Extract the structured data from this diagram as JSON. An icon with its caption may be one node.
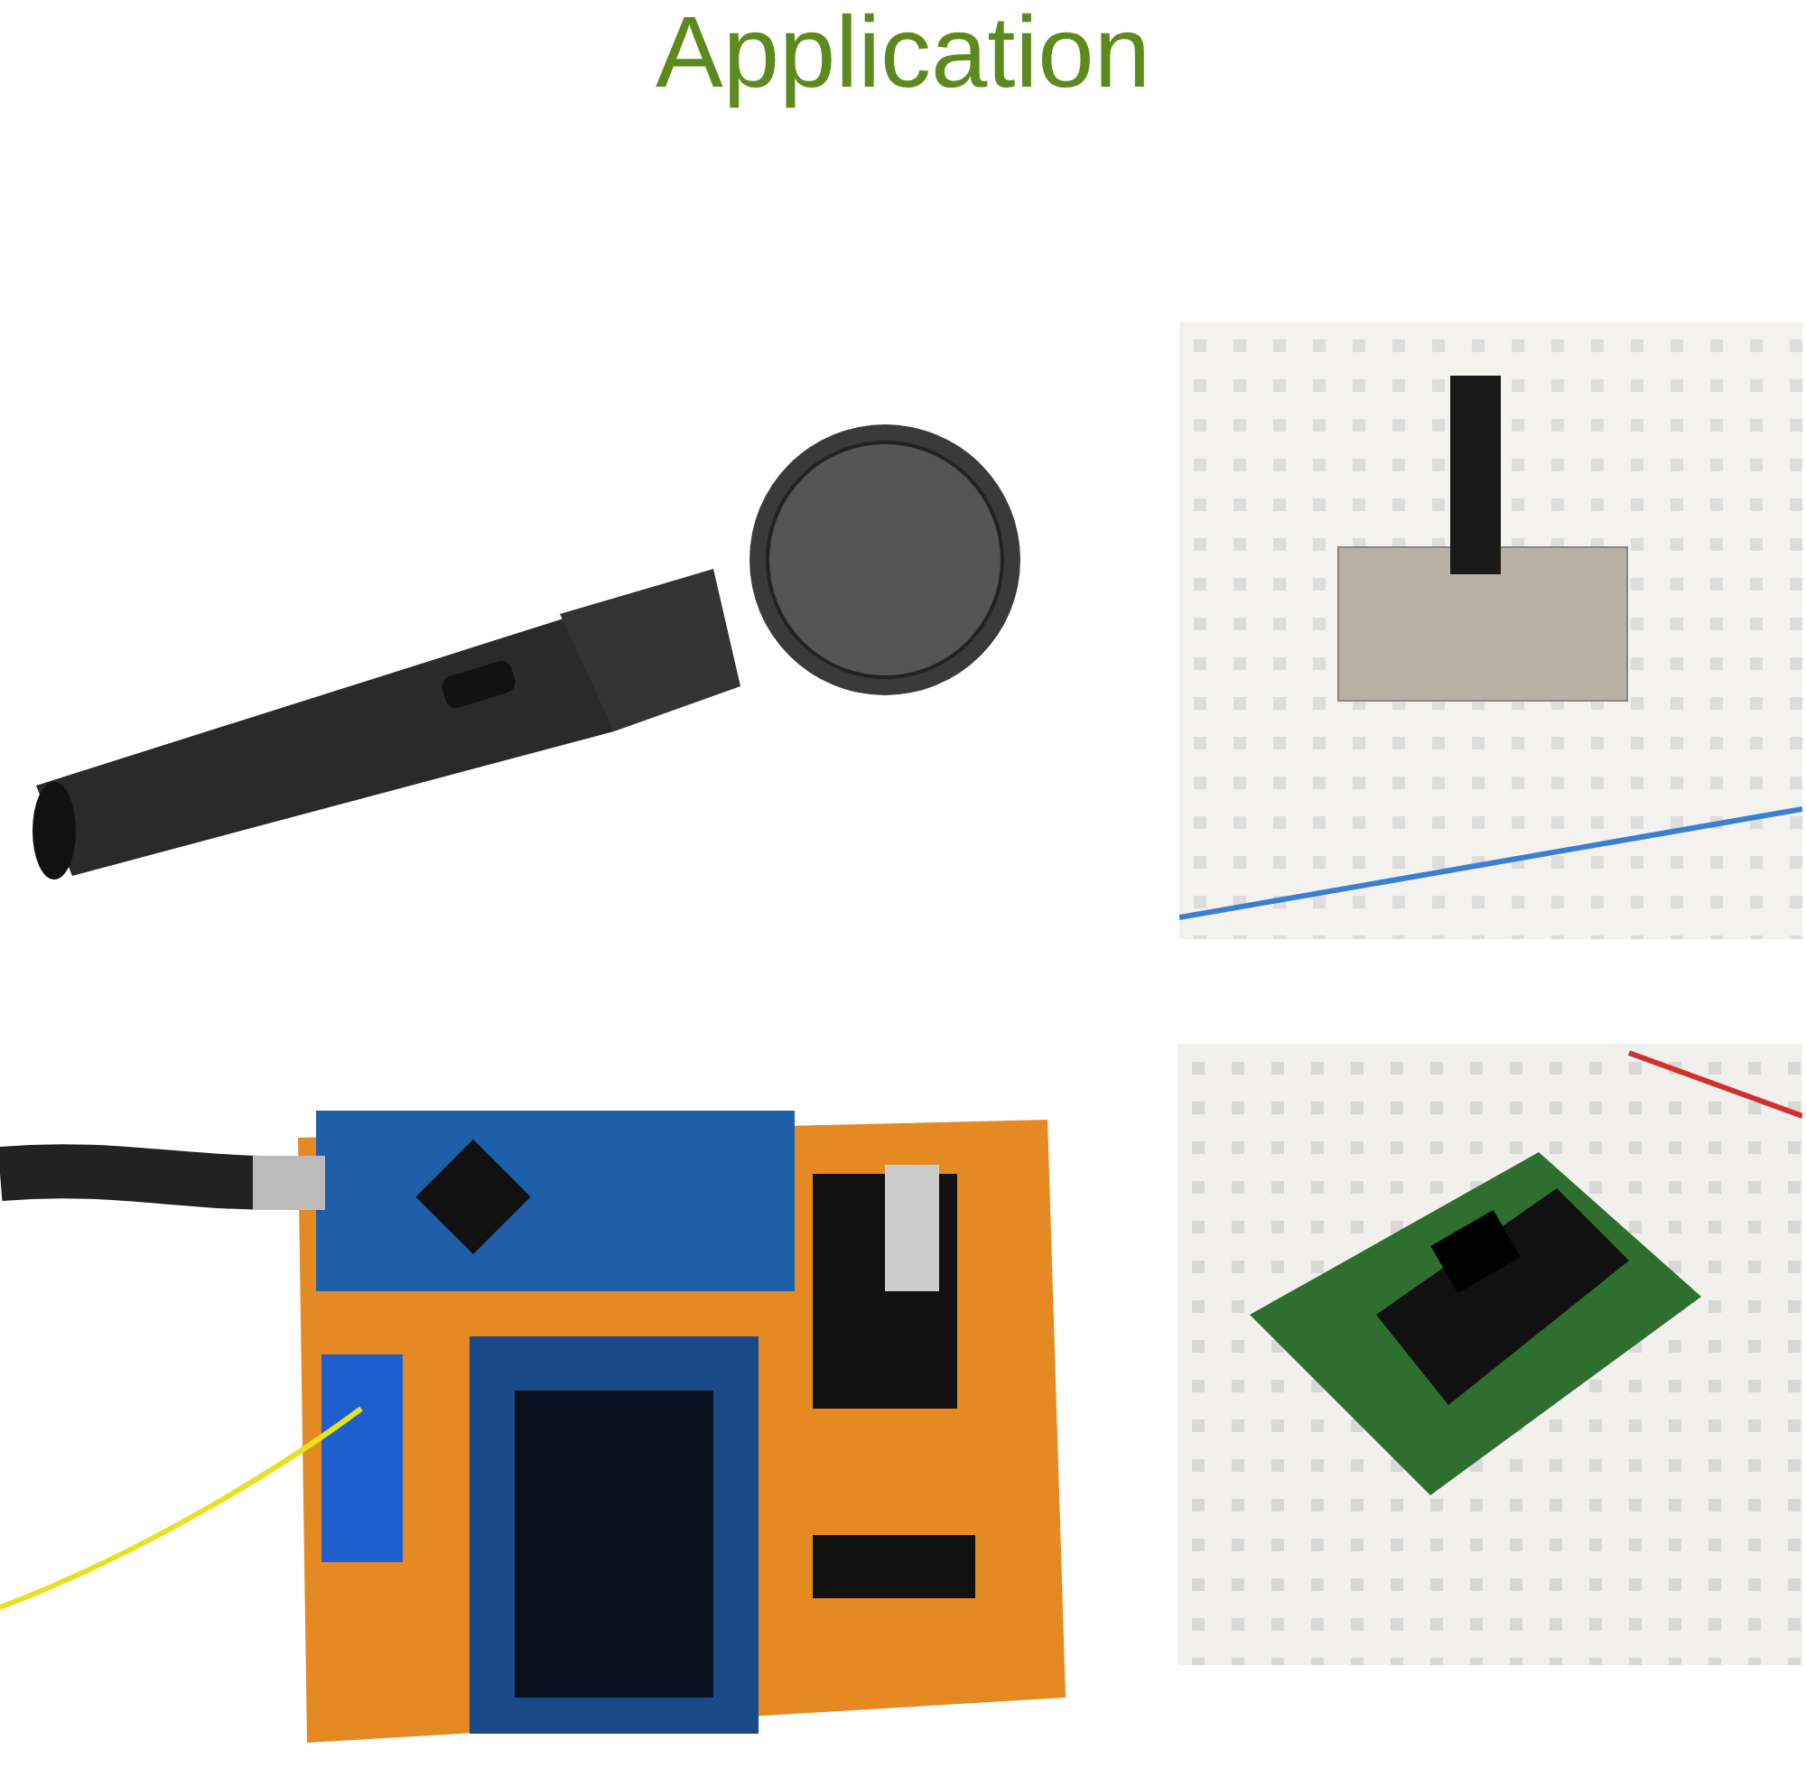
{
  "diagram": {
    "title": "Application",
    "nodes": [
      {
        "text": [],
        "shape": "picture"
      },
      {
        "text": [],
        "shape": "picture"
      },
      {
        "text": [],
        "shape": "picture"
      },
      {
        "text": [],
        "shape": "picture"
      }
    ]
  }
}
